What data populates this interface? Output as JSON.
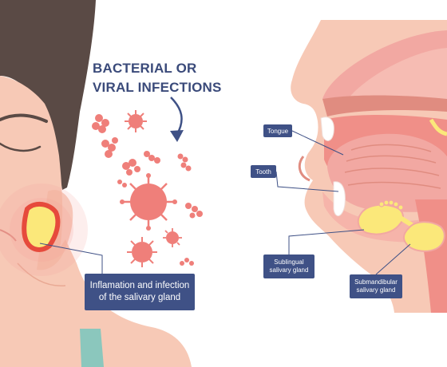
{
  "title_line1": "BACTERIAL OR",
  "title_line2": "VIRAL INFECTIONS",
  "caption_line1": "Inflamation and infection",
  "caption_line2": "of the salivary gland",
  "labels": {
    "tongue": "Tongue",
    "tooth": "Tooth",
    "sublingual_line1": "Sublingual",
    "sublingual_line2": "salivary gland",
    "submandibular_line1": "Submandibular",
    "submandibular_line2": "salivary gland"
  },
  "colors": {
    "label_box": "#3f5186",
    "title": "#3a4a7a",
    "virus": "#ef7f7a",
    "gland": "#fbe87a",
    "inflammation": "#e64a3c",
    "skin": "#f7c9b6",
    "hair": "#5a4a45",
    "tissue": "#f2a8a2"
  },
  "icons": [
    "face-illustration",
    "virus-particles",
    "curved-arrow",
    "head-cross-section",
    "salivary-gland"
  ]
}
